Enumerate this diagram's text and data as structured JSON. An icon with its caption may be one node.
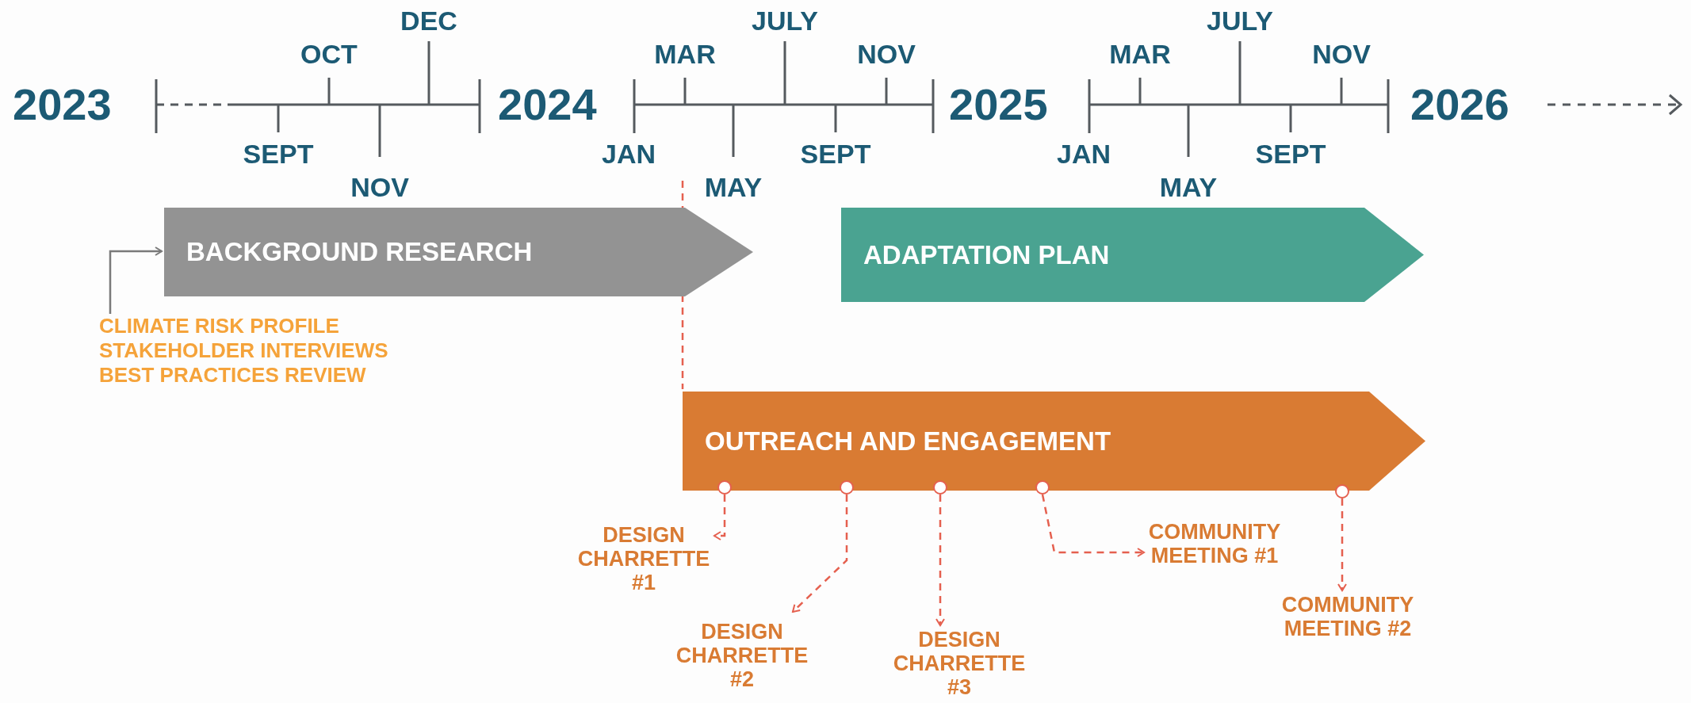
{
  "diagram": {
    "nodes": [
      {
        "text": [
          "BACKGROUND RESEARCH"
        ]
      },
      {
        "text": [
          "ADAPTATION PLAN"
        ]
      },
      {
        "text": [
          "CLIMATE RISK PROFILE",
          "STAKEHOLDER INTERVIEWS",
          "BEST PRACTICES REVIEW"
        ]
      },
      {
        "text": [
          "OUTREACH AND ENGAGEMENT"
        ]
      },
      {
        "text": [],
        "shape": "circle"
      },
      {
        "text": [],
        "shape": "circle"
      },
      {
        "text": [],
        "shape": "circle"
      },
      {
        "text": [],
        "shape": "circle"
      },
      {
        "text": [],
        "shape": "circle"
      },
      {
        "text": [
          "DESIGN CHARRETTE #1"
        ]
      },
      {
        "text": [
          "DESIGN CHARRETTE #2"
        ]
      },
      {
        "text": [
          "DESIGN CHARRETTE #3"
        ]
      },
      {
        "text": [
          "COMMUNITY MEETING #1"
        ]
      },
      {
        "text": [
          "COMMUNITY MEETING #2"
        ]
      }
    ],
    "edges": [
      {
        "from": 2,
        "to": 0,
        "arrow": "to",
        "color": "#7a7a7a"
      },
      {
        "from": null,
        "to": 3,
        "arrow": "none",
        "style": "dashed"
      },
      {
        "from": 4,
        "to": 9,
        "arrow": "to",
        "style": "dashed"
      },
      {
        "from": 5,
        "to": 10,
        "arrow": "to",
        "style": "dashed"
      },
      {
        "from": 6,
        "to": 11,
        "arrow": "to",
        "style": "dashed"
      },
      {
        "from": 7,
        "to": 12,
        "arrow": "to",
        "style": "dashed"
      },
      {
        "from": 8,
        "to": 13,
        "arrow": "to",
        "style": "dashed"
      }
    ],
    "labels": [
      "2023",
      "SEPT",
      "OCT",
      "NOV",
      "DEC",
      "2024",
      "JAN",
      "MAR",
      "MAY",
      "JULY",
      "SEPT",
      "NOV",
      "2025",
      "JAN",
      "MAR",
      "MAY",
      "JULY",
      "SEPT",
      "NOV",
      "2026"
    ]
  }
}
